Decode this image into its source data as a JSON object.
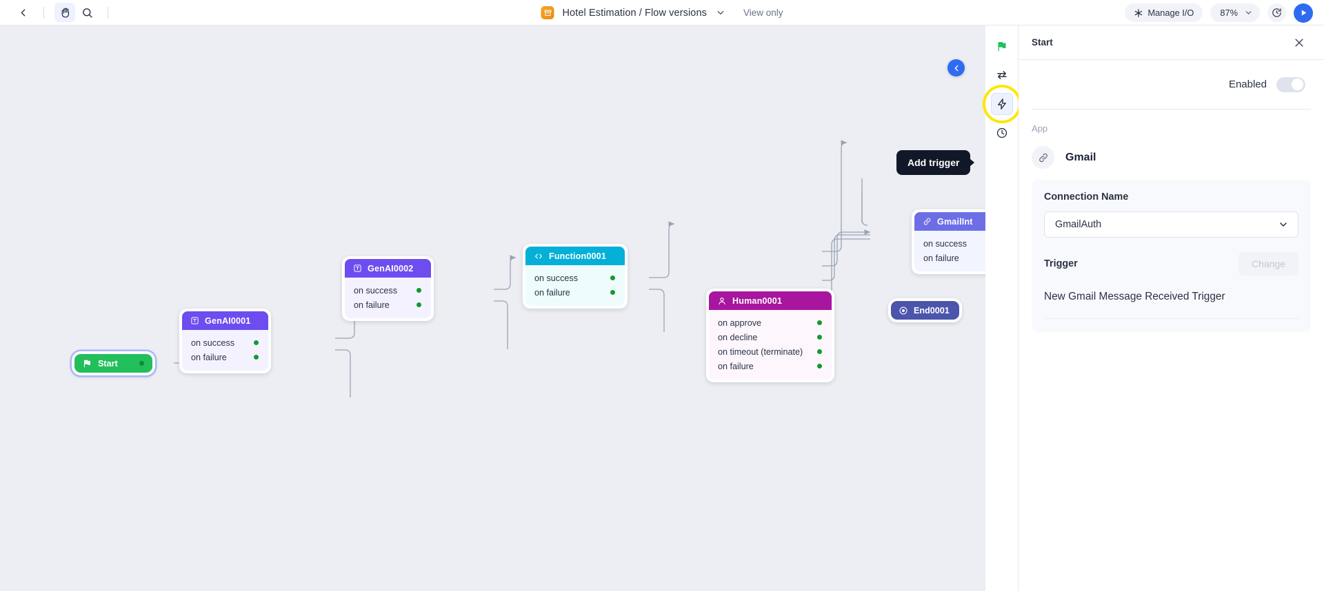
{
  "topbar": {
    "back_icon": "chevron-left-icon",
    "pan_icon": "hand-icon",
    "search_icon": "search-icon",
    "doc_icon": "archive-box-icon",
    "title": "Hotel Estimation / Flow versions",
    "title_chevron": "chevron-down-icon",
    "view_mode": "View only",
    "manage_io_icon": "asterisk-icon",
    "manage_io": "Manage I/O",
    "zoom_level": "87%",
    "zoom_chevron": "chevron-down-icon",
    "history_icon": "clock-history-icon",
    "run_icon": "play-icon"
  },
  "canvas": {
    "tooltip": "Add trigger",
    "collapse_icon": "chevron-left-icon",
    "nodes": [
      {
        "id": "start",
        "label": "Start",
        "icon": "flag-icon",
        "type": "start",
        "selected": true,
        "header_color": "#22bf5b"
      },
      {
        "id": "genai0001",
        "label": "GenAI0001",
        "icon": "text-box-icon",
        "type": "card",
        "header_color": "#6d4df0",
        "body_color": "#f4f2ff",
        "ports": [
          "on success",
          "on failure"
        ]
      },
      {
        "id": "genai0002",
        "label": "GenAI0002",
        "icon": "text-box-icon",
        "type": "card",
        "header_color": "#6d4df0",
        "body_color": "#f4f2ff",
        "ports": [
          "on success",
          "on failure"
        ]
      },
      {
        "id": "function0001",
        "label": "Function0001",
        "icon": "code-icon",
        "type": "card",
        "header_color": "#04b0d8",
        "body_color": "#effcfd",
        "ports": [
          "on success",
          "on failure"
        ]
      },
      {
        "id": "human0001",
        "label": "Human0001",
        "icon": "person-icon",
        "type": "card",
        "header_color": "#a8159e",
        "body_color": "#fdf6fd",
        "ports": [
          "on approve",
          "on decline",
          "on timeout (terminate)",
          "on failure"
        ]
      },
      {
        "id": "gmailintegration0001",
        "label": "GmailInt",
        "icon": "link-icon",
        "type": "card",
        "header_color": "#6d6ee6",
        "body_color": "#f2f4ff",
        "ports": [
          "on success",
          "on failure"
        ]
      },
      {
        "id": "end0001",
        "label": "End0001",
        "icon": "target-icon",
        "type": "end",
        "header_color": "#4b55ab"
      }
    ]
  },
  "rail": {
    "items": [
      {
        "name": "flag-icon",
        "label": "Start",
        "selected": false
      },
      {
        "name": "swap-arrows-icon",
        "label": "Transitions",
        "selected": false
      },
      {
        "name": "lightning-bolt-icon",
        "label": "Add trigger",
        "selected": true,
        "highlighted": true
      },
      {
        "name": "clock-icon",
        "label": "Schedule",
        "selected": false
      }
    ]
  },
  "panel": {
    "title": "Start",
    "close_icon": "close-icon",
    "enabled_label": "Enabled",
    "enabled_on": false,
    "app_section_label": "App",
    "app_icon": "link-icon",
    "app_name": "Gmail",
    "connection_label": "Connection Name",
    "connection_value": "GmailAuth",
    "connection_chevron": "chevron-down-icon",
    "trigger_label": "Trigger",
    "change_button": "Change",
    "trigger_name": "New Gmail Message Received Trigger"
  }
}
